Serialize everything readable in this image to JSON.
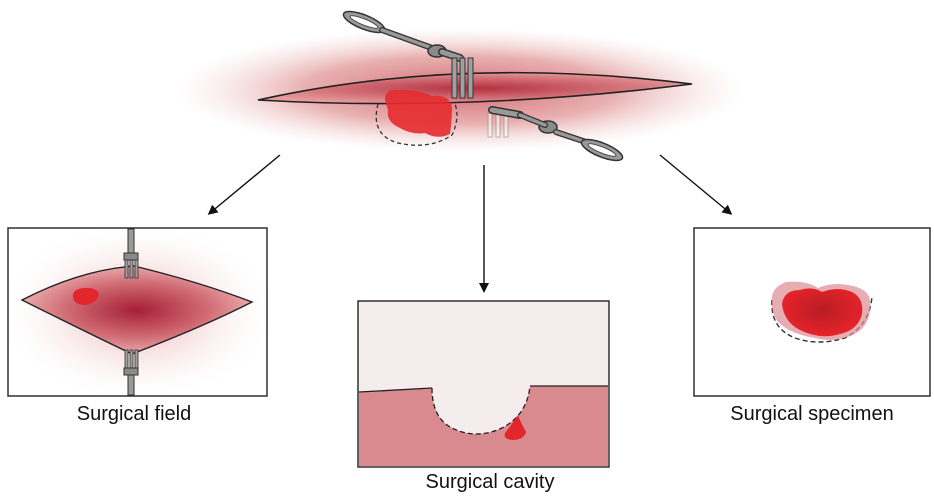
{
  "captions": {
    "field": "Surgical field",
    "cavity": "Surgical cavity",
    "specimen": "Surgical specimen"
  },
  "colors": {
    "tissue": "#d98a8e",
    "tissue_dark": "#b03a48",
    "tumor": "#e0242a",
    "cavity_fill": "#f5ecee",
    "instrument": "#777777",
    "outline": "#222222"
  },
  "icons": {
    "forceps": "forceps-icon",
    "arrow": "arrow-icon"
  }
}
